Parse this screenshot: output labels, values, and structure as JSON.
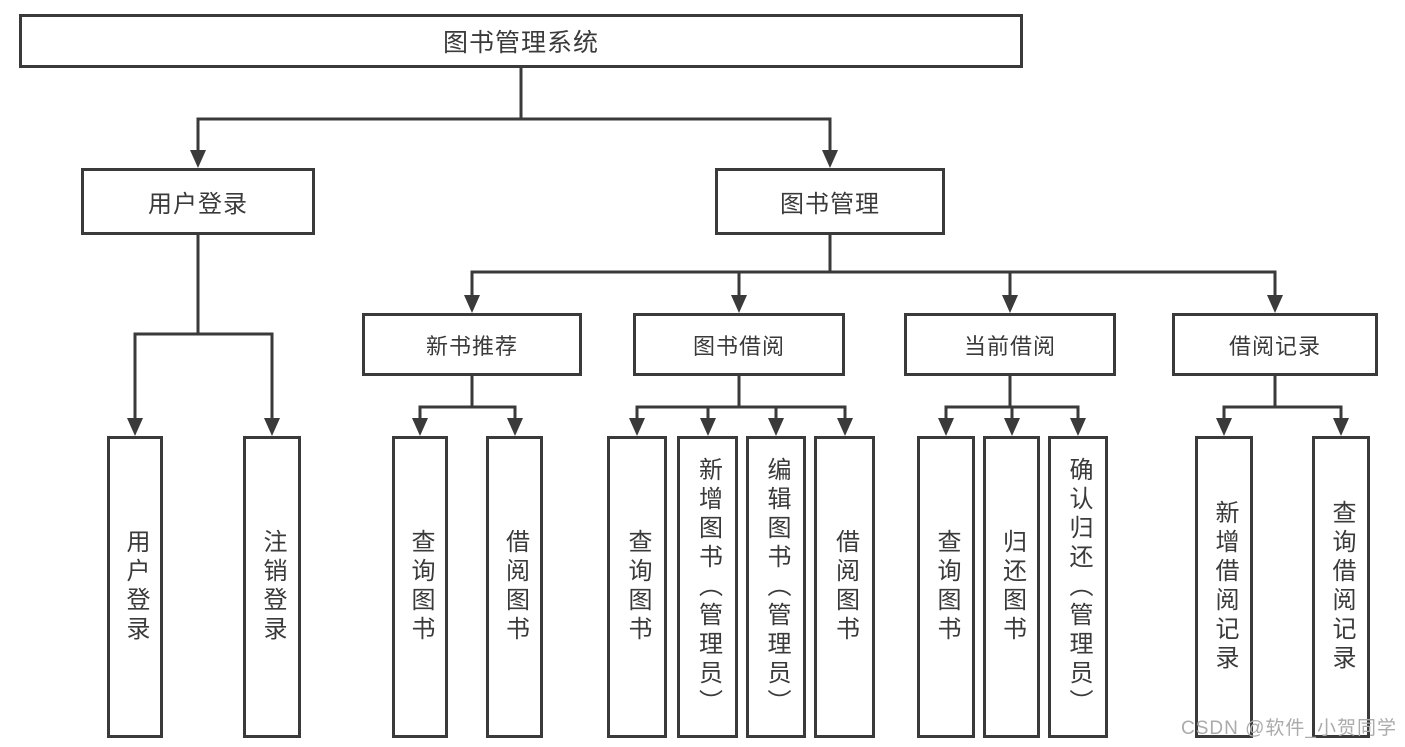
{
  "diagram_type": "functional-structure-tree",
  "colors": {
    "line": "#3a3a3a",
    "text": "#3a3a3a",
    "box_fill": "#ffffff",
    "watermark": "#ababab",
    "background": "#ffffff"
  },
  "tree": {
    "label": "图书管理系统",
    "children": [
      {
        "label": "用户登录",
        "children": [
          {
            "label": "用户登录"
          },
          {
            "label": "注销登录"
          }
        ]
      },
      {
        "label": "图书管理",
        "children": [
          {
            "label": "新书推荐",
            "children": [
              {
                "label": "查询图书"
              },
              {
                "label": "借阅图书"
              }
            ]
          },
          {
            "label": "图书借阅",
            "children": [
              {
                "label": "查询图书"
              },
              {
                "label": "新增图书（管理员）"
              },
              {
                "label": "编辑图书（管理员）"
              },
              {
                "label": "借阅图书"
              }
            ]
          },
          {
            "label": "当前借阅",
            "children": [
              {
                "label": "查询图书"
              },
              {
                "label": "归还图书"
              },
              {
                "label": "确认归还（管理员）"
              }
            ]
          },
          {
            "label": "借阅记录",
            "children": [
              {
                "label": "新增借阅记录"
              },
              {
                "label": "查询借阅记录"
              }
            ]
          }
        ]
      }
    ]
  },
  "watermark": {
    "text": "CSDN @软件_小贺同学"
  }
}
